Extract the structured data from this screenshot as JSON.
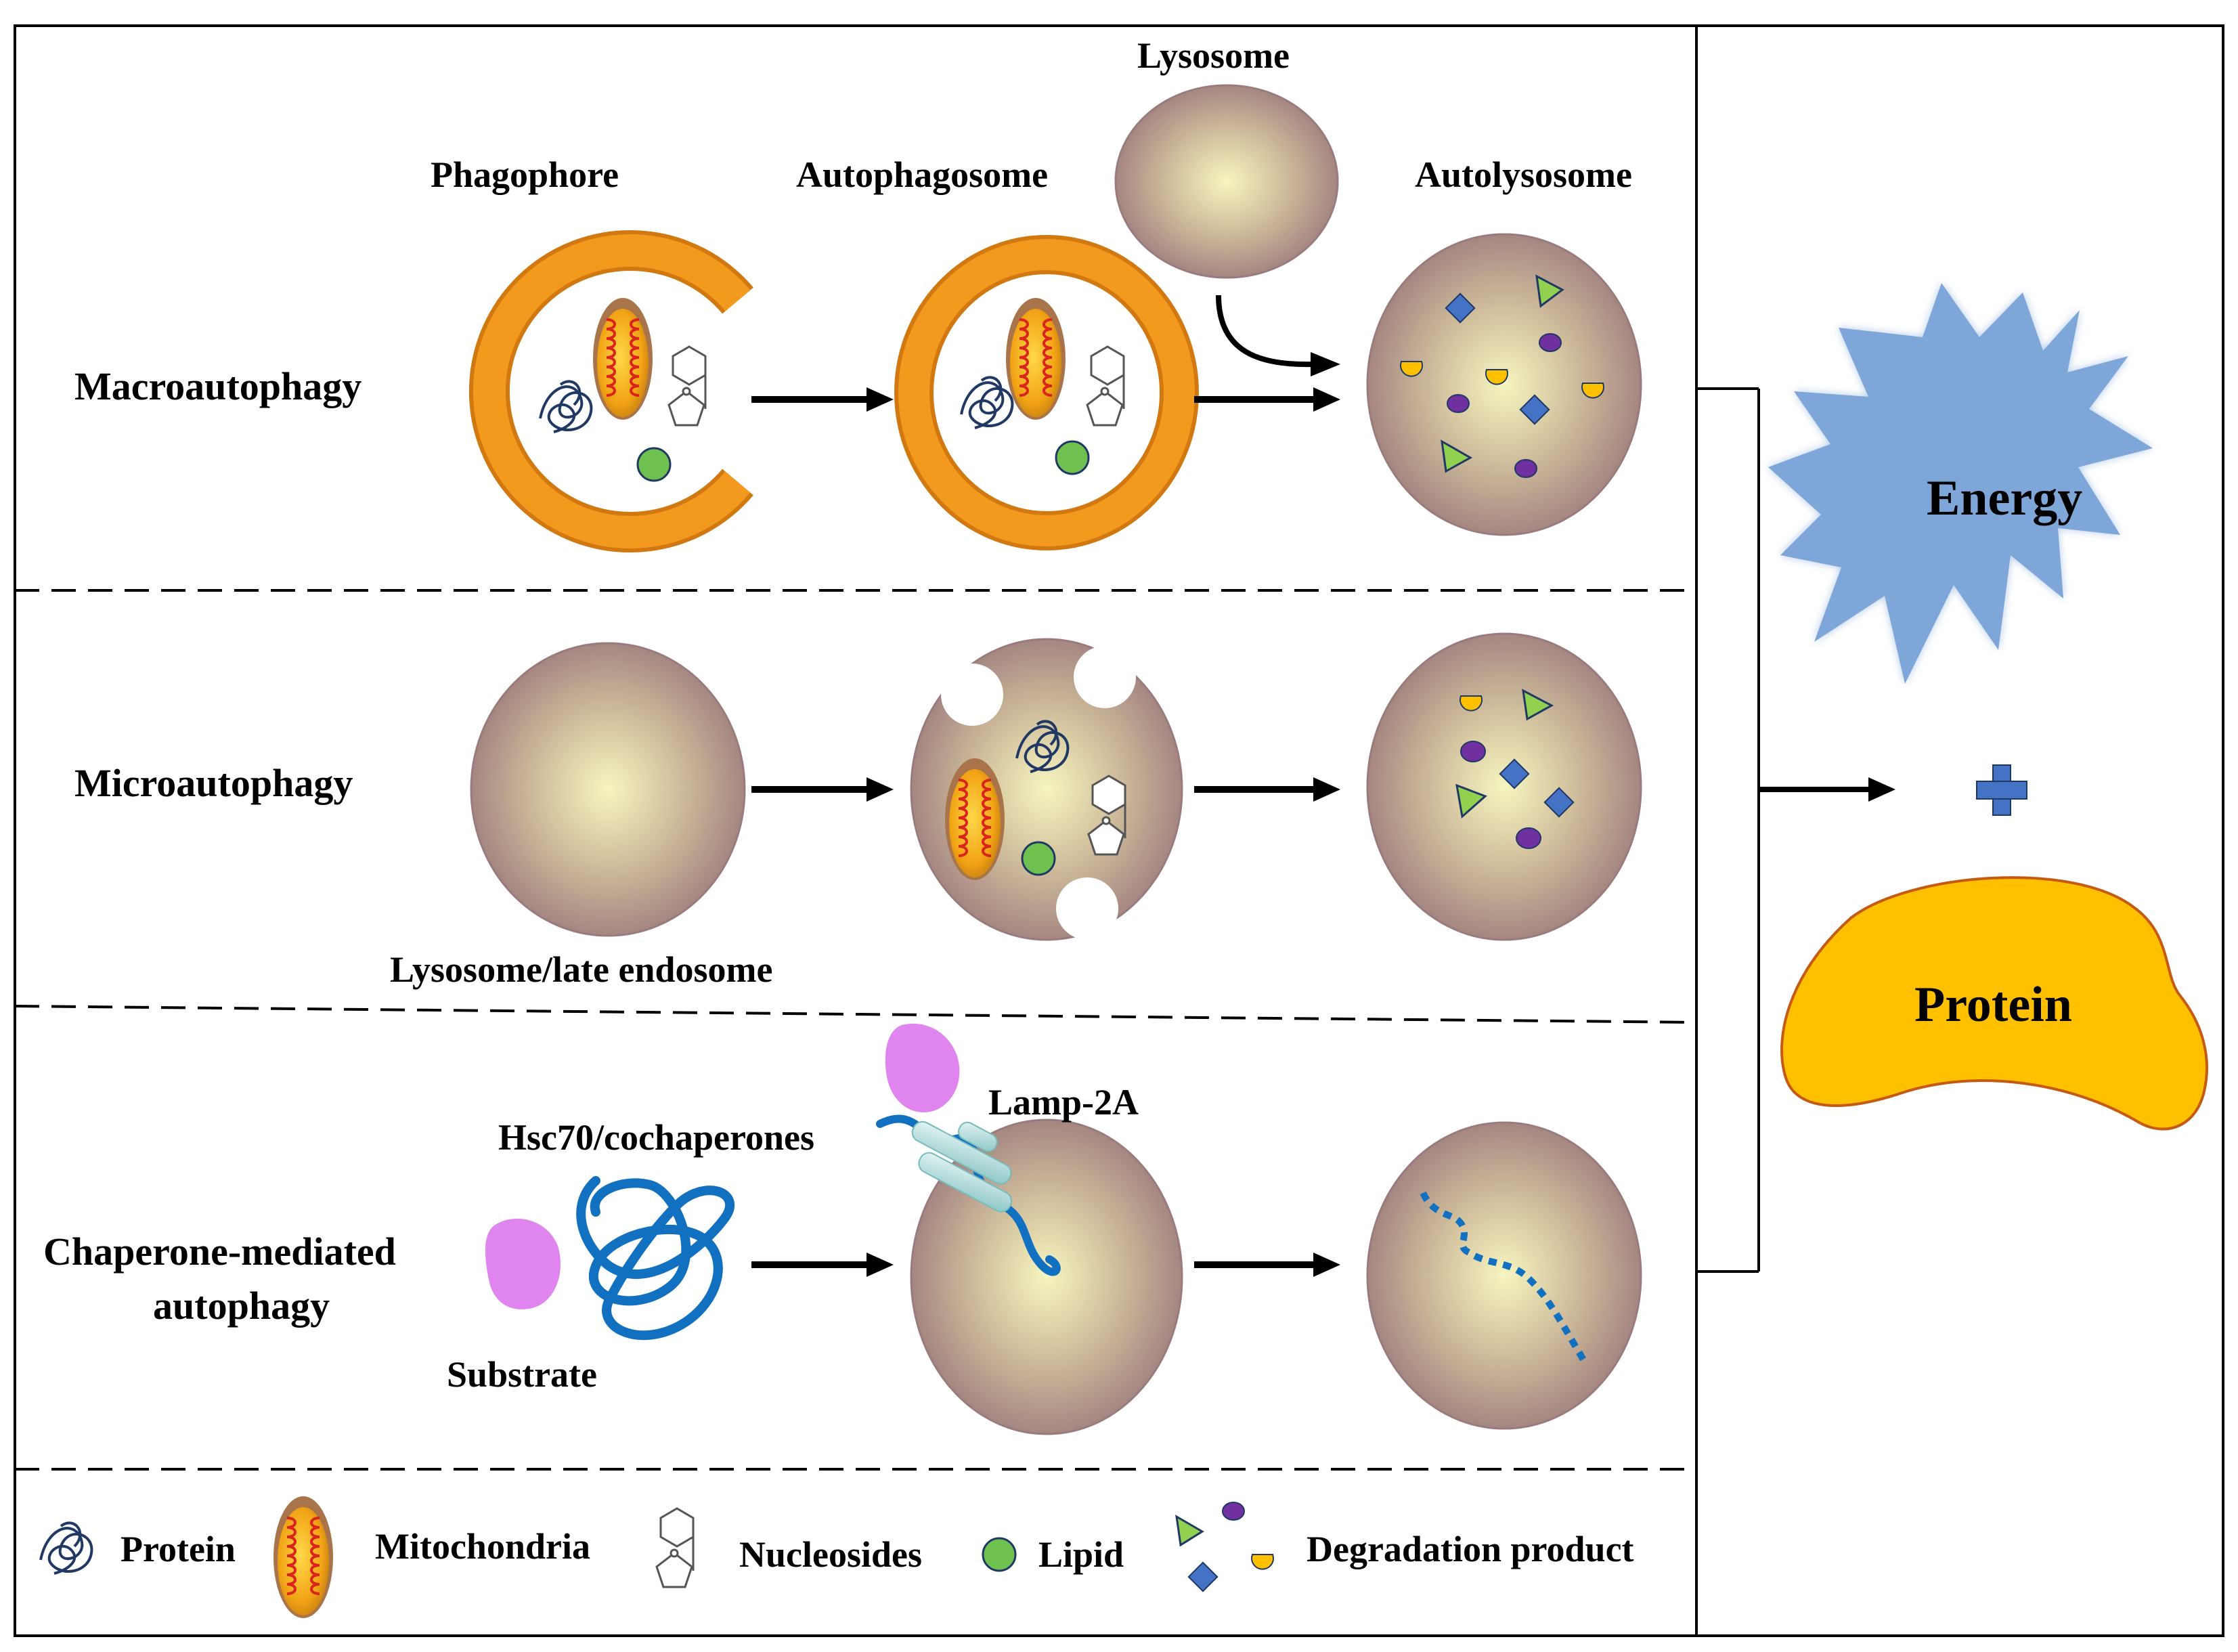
{
  "rows": {
    "macro": {
      "title": "Macroautophagy",
      "phagophore": "Phagophore",
      "autophagosome": "Autophagosome",
      "lysosome": "Lysosome",
      "autolysosome": "Autolysosome"
    },
    "micro": {
      "title": "Microautophagy",
      "lysosome_label": "Lysosome/late endosome"
    },
    "cma": {
      "title_line1": "Chaperone-mediated",
      "title_line2": "autophagy",
      "hsc70": "Hsc70/cochaperones",
      "lamp": "Lamp-2A",
      "substrate": "Substrate"
    }
  },
  "legend": {
    "protein": "Protein",
    "mitochondria": "Mitochondria",
    "nucleosides": "Nucleosides",
    "lipid": "Lipid",
    "degradation": "Degradation product"
  },
  "outputs": {
    "energy": "Energy",
    "protein": "Protein"
  },
  "colors": {
    "lysosome_center": "#f4f3bd",
    "lysosome_edge": "#9e7a7c",
    "membrane": "#f39a1e",
    "energy_star": "#7ea6d9",
    "protein_shape": "#ffc000",
    "plus": "#4472c4",
    "substrate": "#e085f0",
    "chaperone": "#1170c0",
    "lipid": "#6ec04f",
    "triangle": "#92d050",
    "diamond": "#4472c4",
    "oval": "#7030a0",
    "half_drop": "#ffc000"
  }
}
